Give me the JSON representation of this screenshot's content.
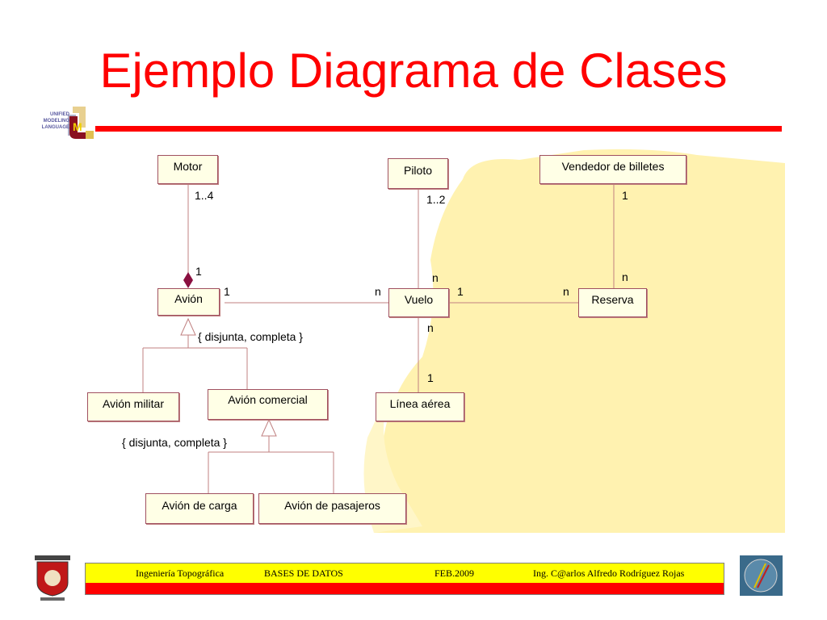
{
  "slide": {
    "title": "Ejemplo Diagrama de Clases"
  },
  "uml_logo": {
    "line1": "UNIFIED",
    "line2": "MODELING",
    "line3": "LANGUAGE"
  },
  "diagram": {
    "classes": {
      "motor": "Motor",
      "piloto": "Piloto",
      "vendedor": "Vendedor de billetes",
      "avion": "Avión",
      "vuelo": "Vuelo",
      "reserva": "Reserva",
      "avion_militar": "Avión militar",
      "avion_comercial": "Avión comercial",
      "linea_aerea": "Línea aérea",
      "avion_carga": "Avión de carga",
      "avion_pasajeros": "Avión de pasajeros"
    },
    "multiplicities": {
      "motor_side": "1..4",
      "avion_composite_side": "1",
      "piloto_side": "1..2",
      "vuelo_piloto_side": "n",
      "vendedor_side": "1",
      "reserva_vendedor_side": "n",
      "avion_vuelo_side": "1",
      "vuelo_avion_side": "n",
      "vuelo_reserva_side": "1",
      "reserva_vuelo_side": "n",
      "vuelo_linea_side": "n",
      "linea_side": "1"
    },
    "constraints": {
      "avion_generalization": "{ disjunta, completa }",
      "comercial_generalization": "{ disjunta, completa }"
    }
  },
  "footer": {
    "course": "Ingeniería Topográfica",
    "subject": "BASES DE DATOS",
    "date": "FEB.2009",
    "author": "Ing. C@arlos Alfredo Rodríguez Rojas"
  },
  "colors": {
    "title": "#ff0000",
    "accent_line": "#ff0000",
    "footer_band": "#ffff00",
    "class_fill": "#ffffe6",
    "class_border": "#a05060",
    "map_tint": "#fff2b0"
  }
}
